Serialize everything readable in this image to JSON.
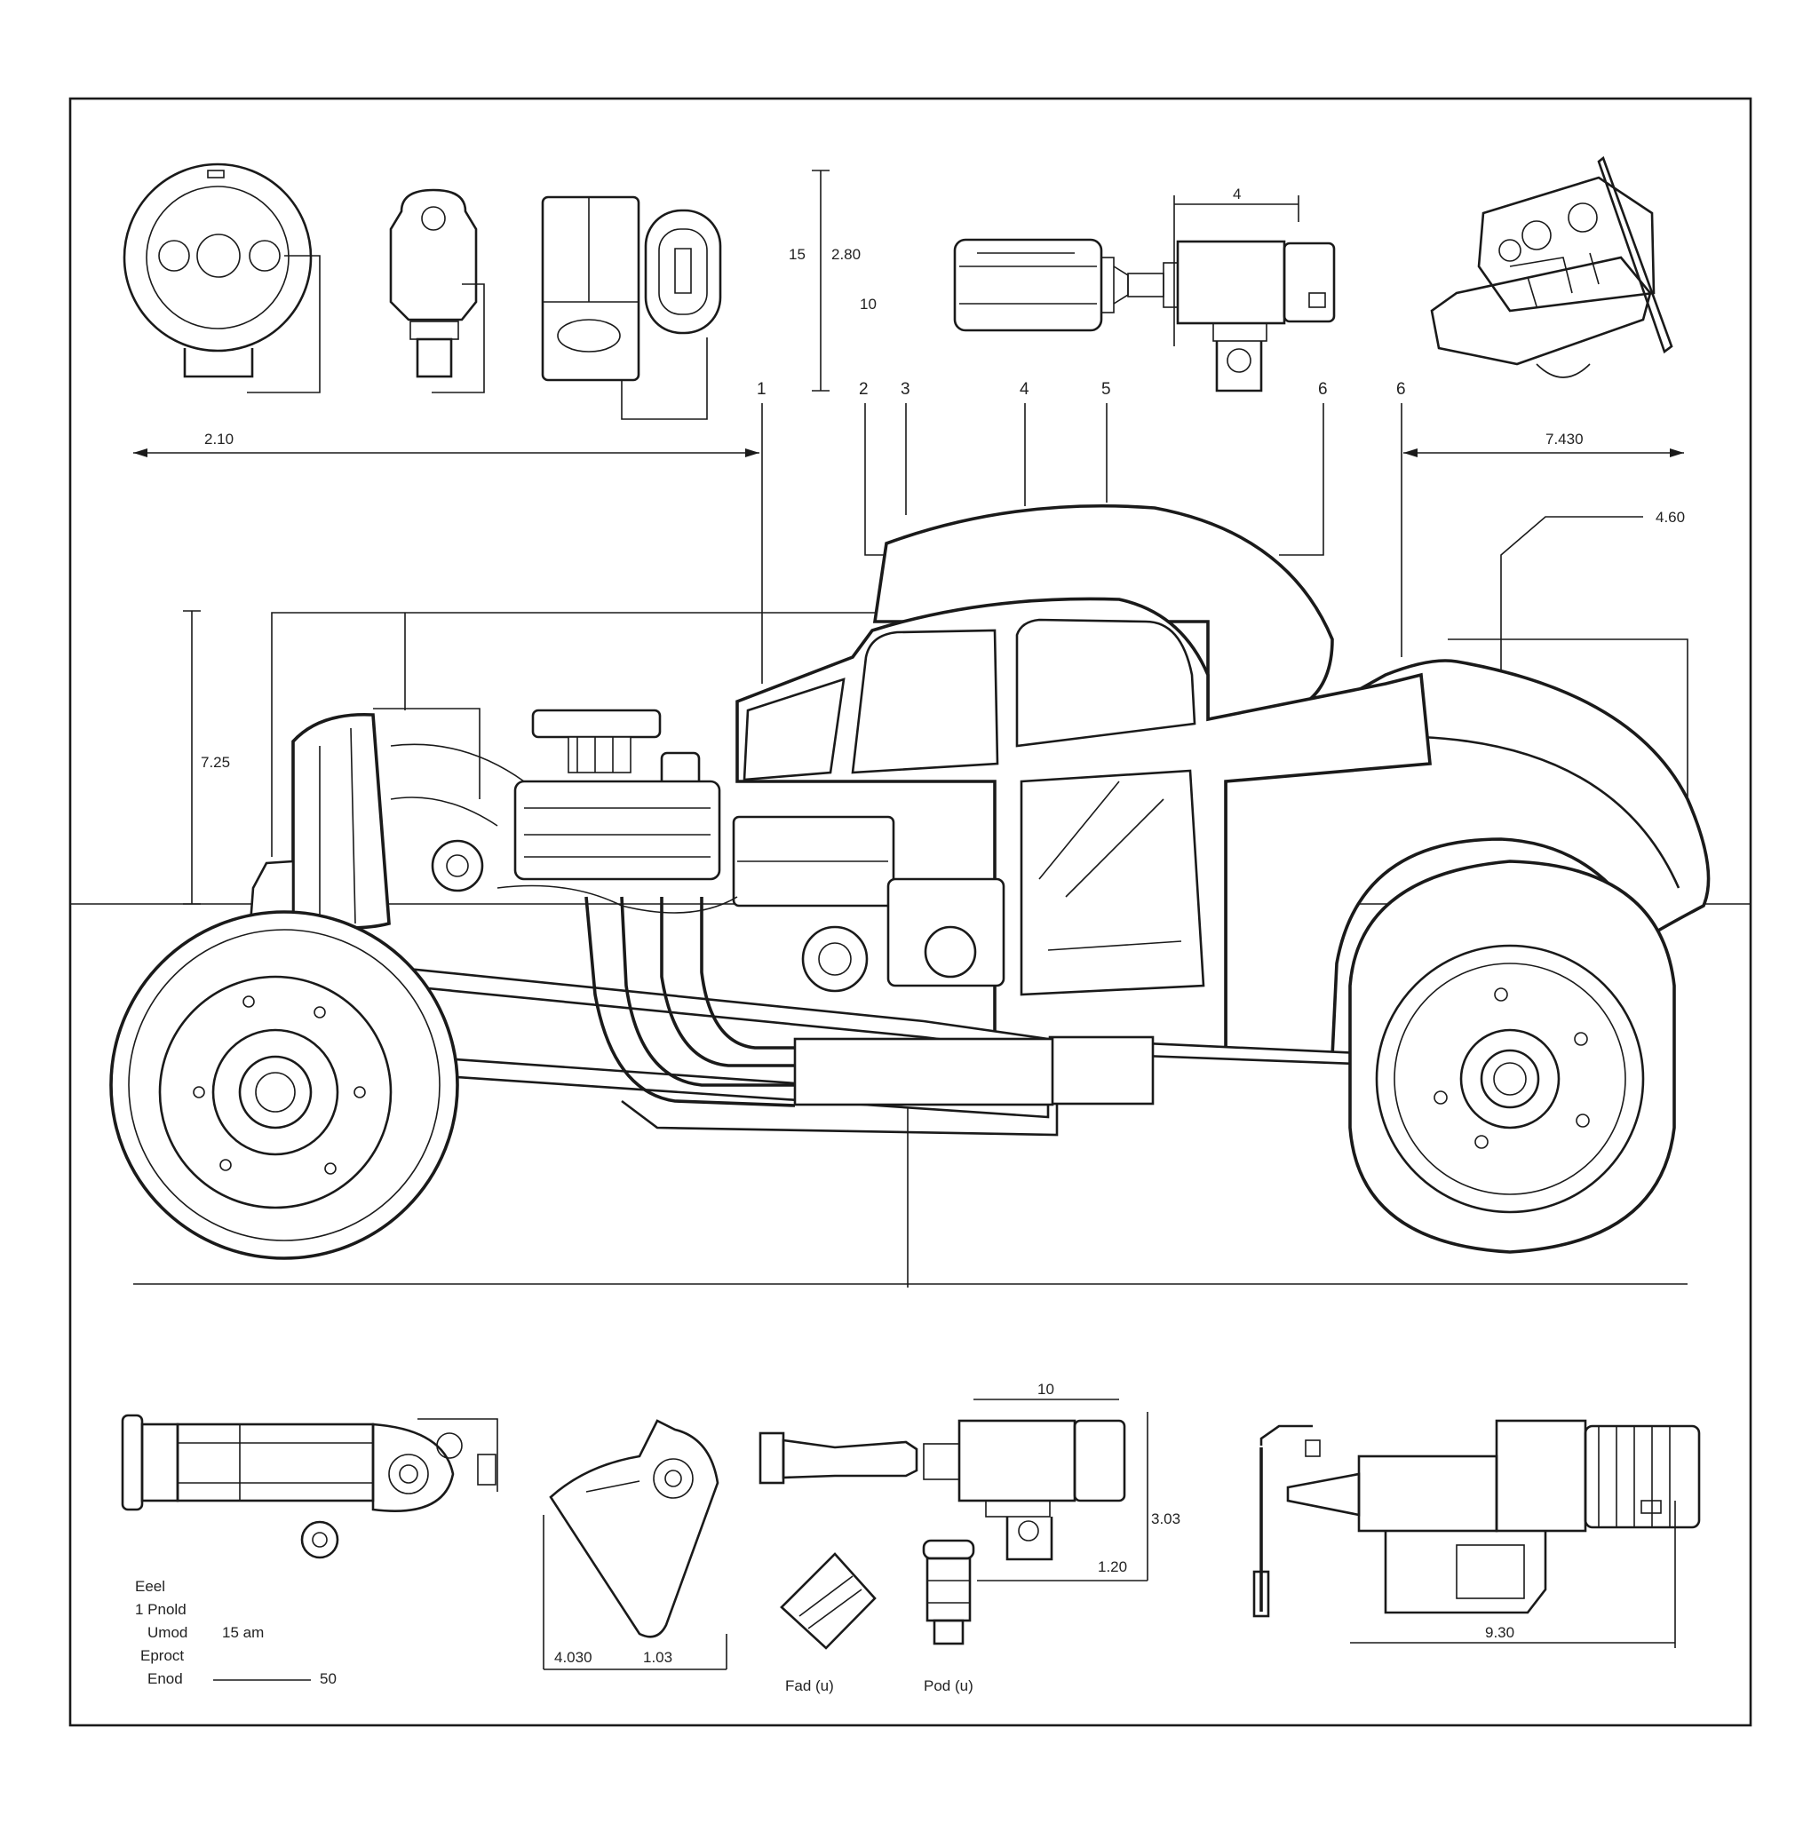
{
  "sheet": {
    "dimensions": {
      "top_left": "2.10",
      "top_mid_a": "15",
      "top_mid_b": "2.80",
      "top_mid_c": "10",
      "top_component_width": "4",
      "top_right": "7.430",
      "right_callout": "4.60",
      "left_height": "7.25",
      "bottom_dim_a": "4.030",
      "bottom_dim_b": "1.03",
      "bottom_lower_a": "1.20",
      "bottom_side": "3.03",
      "bottom_top": "10",
      "bottom_right": "9.30",
      "legend_dim": "50"
    },
    "callouts": [
      "1",
      "2",
      "3",
      "4",
      "5",
      "6",
      "6"
    ],
    "legend": {
      "header": "Eeel",
      "items": [
        "1 Pnold",
        "Umod",
        "Eproct",
        "Enod"
      ],
      "item_note": "15 am"
    },
    "part_labels": {
      "filter_a": "Fad (u)",
      "filter_b": "Pod (u)"
    }
  }
}
